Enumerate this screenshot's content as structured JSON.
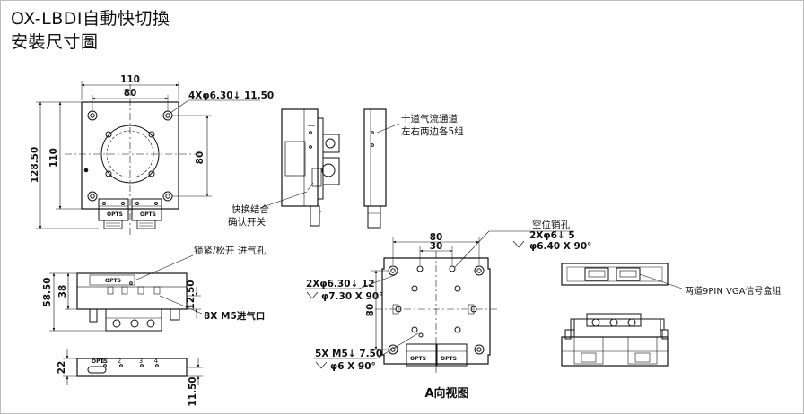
{
  "title": {
    "line1": "OX-LBDI自動快切換",
    "line2": "安裝尺寸圖"
  },
  "top_view": {
    "dim_110_top": "110",
    "dim_80_top": "80",
    "dim_128_50": "128.50",
    "dim_110_left": "110",
    "dim_80_right": "80",
    "hole_callout": "4Xφ6.30↓ 11.50"
  },
  "side_view": {
    "lock_unlock": "快换结合",
    "confirm_switch": "确认开关",
    "air_channel_1": "十道气流通道",
    "air_channel_2": "左右两边各5组"
  },
  "front_view": {
    "lock_air": "锁紧/松开  进气孔",
    "dim_58_50": "58.50",
    "dim_38": "38",
    "dim_12_50": "12.50",
    "m5_inlet": "8X M5进气口"
  },
  "bottom_view": {
    "dim_22": "22",
    "dim_11_50": "11.50",
    "numbers": [
      "1",
      "2",
      "3",
      "4"
    ]
  },
  "a_view": {
    "dim_80_top": "80",
    "dim_30_top": "30",
    "dim_80_left": "80",
    "pin_label": "空位销孔",
    "pin_spec": "2Xφ6↓ 5",
    "pin_chamfer": "φ6.40 X 90°",
    "hole_spec": "2Xφ6.30↓ 12",
    "hole_chamfer": "φ7.30 X 90°",
    "m5_spec": "5X M5↓ 7.50",
    "m5_chamfer": "φ6 X 90°",
    "caption": "A向视图"
  },
  "right_view": {
    "vga_label": "两道9PIN VGA信号盒组"
  },
  "logo_text": "OPTS"
}
